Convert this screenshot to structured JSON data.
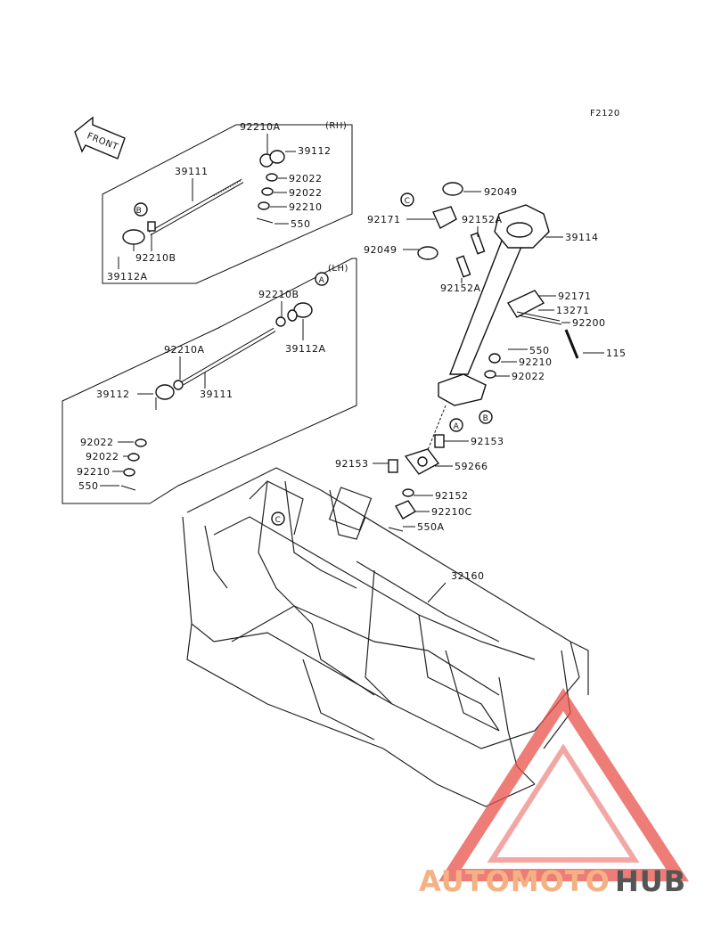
{
  "diagram": {
    "code": "F2120",
    "front_label": "FRONT",
    "side_rh": "(RH)",
    "side_lh": "(LH)",
    "ref_marks": {
      "a": "A",
      "b": "B",
      "c": "C"
    },
    "parts": {
      "p92210A_rh": "92210A",
      "p39112_rh": "39112",
      "p92022_rh1": "92022",
      "p92022_rh2": "92022",
      "p92210_rh": "92210",
      "p550_rh": "550",
      "p39111_rh": "39111",
      "p92210B_rh": "92210B",
      "p39112A_rh": "39112A",
      "p92210B_lh": "92210B",
      "p39112A_lh": "39112A",
      "p92210A_lh": "92210A",
      "p39111_lh": "39111",
      "p39112_lh": "39112",
      "p92022_lh1": "92022",
      "p92022_lh2": "92022",
      "p92210_lh": "92210",
      "p550_lh": "550",
      "p92049_top": "92049",
      "p92171_top": "92171",
      "p92152A_top": "92152A",
      "p39114": "39114",
      "p92049_mid": "92049",
      "p92152A_mid": "92152A",
      "p92171_mid": "92171",
      "p13271": "13271",
      "p92200": "92200",
      "p550_mid": "550",
      "p115": "115",
      "p92210_mid": "92210",
      "p92022_mid": "92022",
      "p92153_a": "92153",
      "p92153_b": "92153",
      "p59266": "59266",
      "p92152": "92152",
      "p92210C": "92210C",
      "p550A": "550A",
      "p32160": "32160"
    }
  },
  "watermark": {
    "auto_text": "AUTOMOTO",
    "hub_text": "HUB",
    "accent_color": "#e8504a",
    "auto_color": "#f4b183",
    "hub_color": "#555555"
  }
}
